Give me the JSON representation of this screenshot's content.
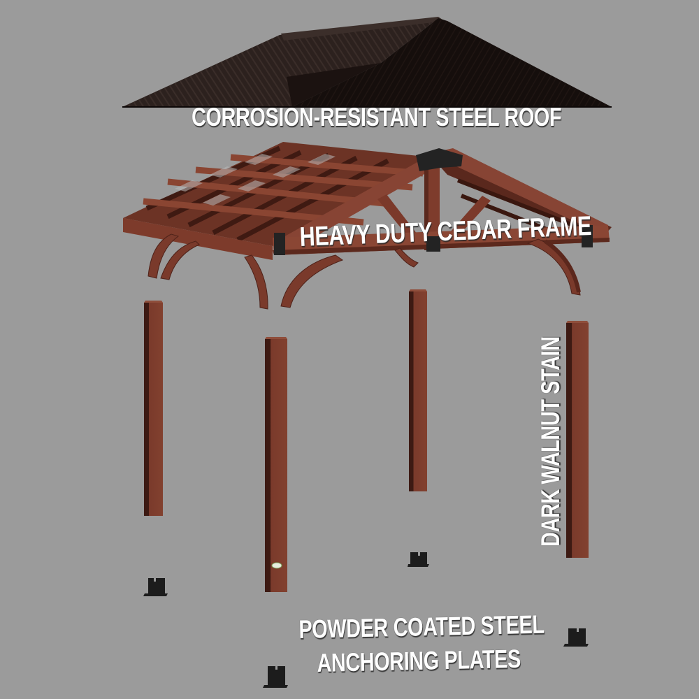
{
  "diagram": {
    "title": "Pavilion exploded view",
    "background_color": "#9b9b9b",
    "colors": {
      "roof": "#2a1f1c",
      "roof_shadow": "#140d0b",
      "cedar": "#7a3b2c",
      "cedar_dark": "#4e2219",
      "cedar_light": "#8e4a37",
      "steel_bracket": "#232323",
      "label_text": "#ffffff"
    },
    "labels": {
      "roof": "CORROSION-RESISTANT STEEL ROOF",
      "frame": "HEAVY DUTY CEDAR FRAME",
      "stain": "DARK WALNUT STAIN",
      "plates_line1": "POWDER COATED STEEL",
      "plates_line2": "ANCHORING PLATES"
    },
    "components": [
      {
        "name": "steel-roof",
        "count": 1
      },
      {
        "name": "cedar-frame",
        "count": 1
      },
      {
        "name": "cedar-post",
        "count": 4
      },
      {
        "name": "anchoring-plate",
        "count": 4
      }
    ]
  }
}
